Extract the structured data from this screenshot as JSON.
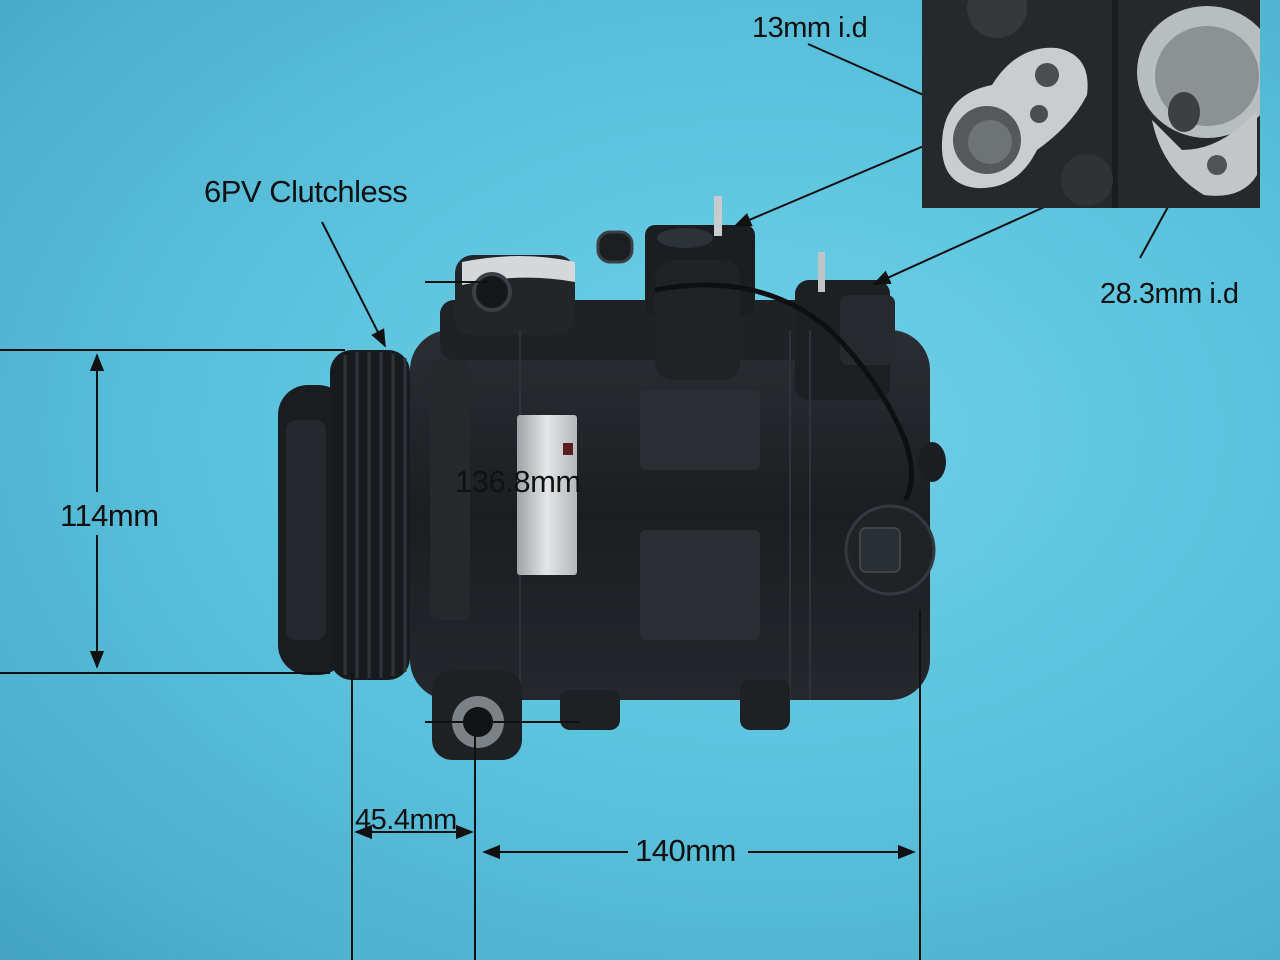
{
  "image": {
    "subject": "AC compressor product photo with dimensions",
    "background_color": "#5cc3de"
  },
  "annotations": {
    "type_label": "6PV Clutchless",
    "inlet_label": "13mm i.d",
    "outlet_label": "28.3mm i.d",
    "height_dim": "114mm",
    "body_dim": "136.8mm",
    "pulley_offset_dim": "45.4mm",
    "mount_width_dim": "140mm"
  },
  "colors": {
    "annotation_line": "#111111",
    "compressor_body": "#1c1f22",
    "fitting_metal": "#c9cdd0",
    "label_plate": "#d9dcde"
  },
  "inset": {
    "description": "close-up of suction and discharge fittings"
  }
}
